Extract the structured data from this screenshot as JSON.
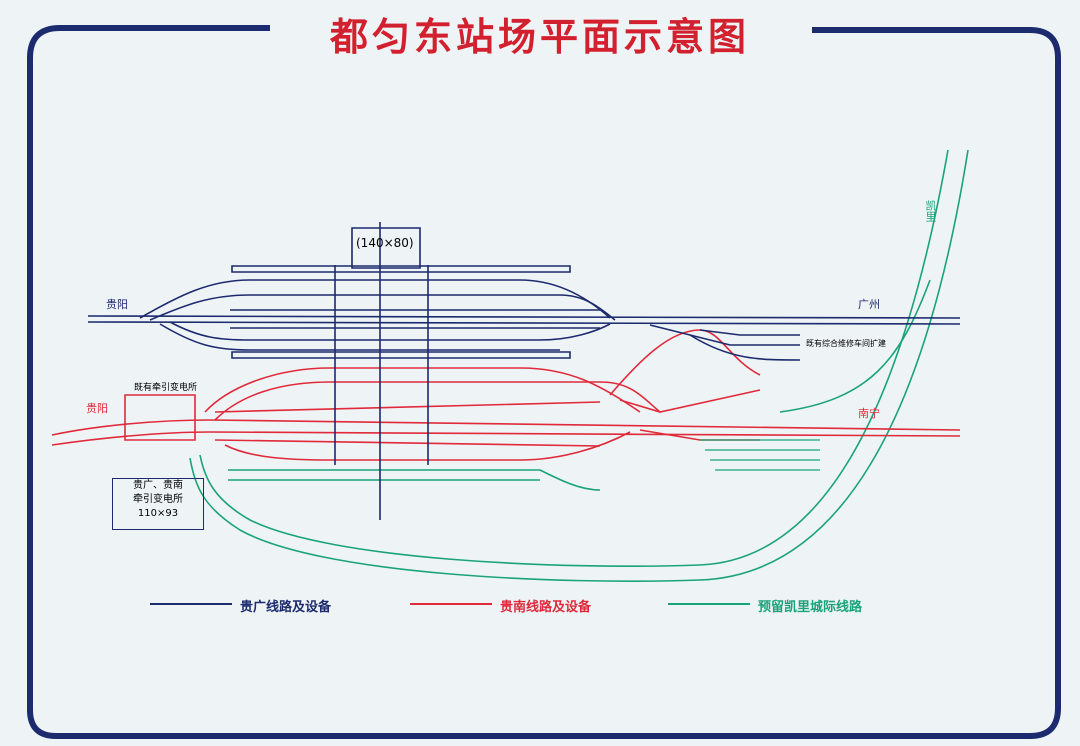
{
  "title": "都匀东站场平面示意图",
  "station_size": "(140×80)",
  "directions": {
    "guiyang_top": "贵阳",
    "guangzhou": "广州",
    "guiyang_bottom": "贵阳",
    "nanning": "南宁",
    "kaili": "凯里"
  },
  "substation_existing": "既有牵引变电所",
  "substation_new": "贵广、贵南\n牵引变电所\n110×93",
  "depot_note": "既有综合维修车间扩建",
  "legend": [
    {
      "label": "贵广线路及设备",
      "color": "#1c2a6e"
    },
    {
      "label": "贵南线路及设备",
      "color": "#e02a3a"
    },
    {
      "label": "预留凯里城际线路",
      "color": "#1aa37a"
    }
  ],
  "colors": {
    "frame": "#1c2a6e",
    "guiguang": "#1c2a6e",
    "guinan": "#e02a3a",
    "kaili": "#1aa37a"
  }
}
